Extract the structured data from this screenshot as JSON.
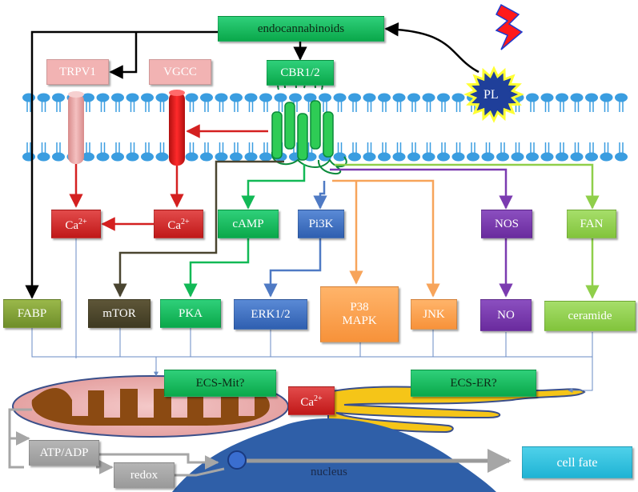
{
  "nodes": {
    "endocannabinoids": "endocannabinoids",
    "trpv1": "TRPV1",
    "vgcc": "VGCC",
    "cbr": "CBR1/2",
    "pl": "PL",
    "ca_left": "Ca2+",
    "ca_right": "Ca2+",
    "camp": "cAMP",
    "pi3k": "Pi3K",
    "nos": "NOS",
    "fan": "FAN",
    "fabp": "FABP",
    "mtor": "mTOR",
    "pka": "PKA",
    "erk": "ERK1/2",
    "p38": "P38\nMAPK",
    "jnk": "JNK",
    "no": "NO",
    "ceramide": "ceramide",
    "ecs_mit": "ECS-Mit?",
    "ecs_er": "ECS-ER?",
    "ca_er": "Ca2+",
    "atp": "ATP/ADP",
    "redox": "redox",
    "nucleus": "nucleus",
    "cell_fate": "cell fate"
  },
  "colors": {
    "green": "#12b956",
    "red": "#d12a2a",
    "blue": "#3f6fc0",
    "purple": "#7b3bb0",
    "lime": "#8fcf4a",
    "orange": "#f7a45a",
    "brown": "#4a4530",
    "grey": "#a6a6a6",
    "membrane": "#3a9de0",
    "mito": "#8b4a12",
    "er": "#f5c518",
    "nucleus": "#2f5fa8"
  }
}
